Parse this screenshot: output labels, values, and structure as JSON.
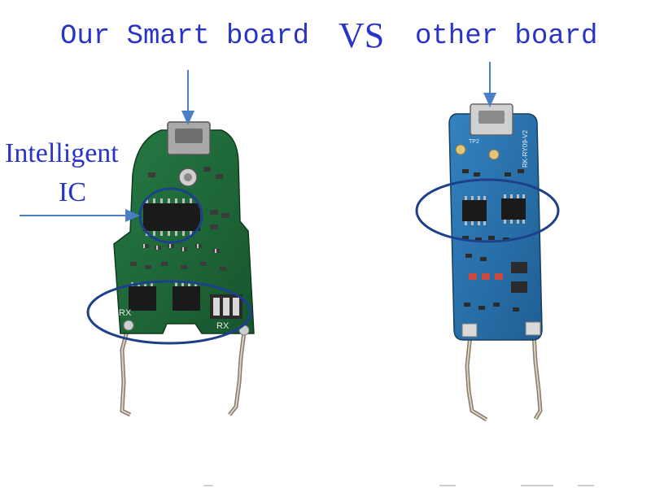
{
  "labels": {
    "our_board": "Our Smart board",
    "vs": "VS",
    "other_board": "other board",
    "intelligent_line1": "Intelligent",
    "intelligent_line2": "IC"
  },
  "boards": {
    "ours": {
      "silkscreen_left": "RX",
      "silkscreen_right": "RX"
    },
    "other": {
      "silkscreen_top": "TP2",
      "silkscreen_model": "RK-RY09-V2"
    }
  },
  "colors": {
    "annotation_text": "#2a33c8",
    "annotation_ring": "#1e3f8a",
    "arrow": "#4a7fc8",
    "our_pcb": "#1f6b3a",
    "other_pcb": "#2a6fa8"
  }
}
